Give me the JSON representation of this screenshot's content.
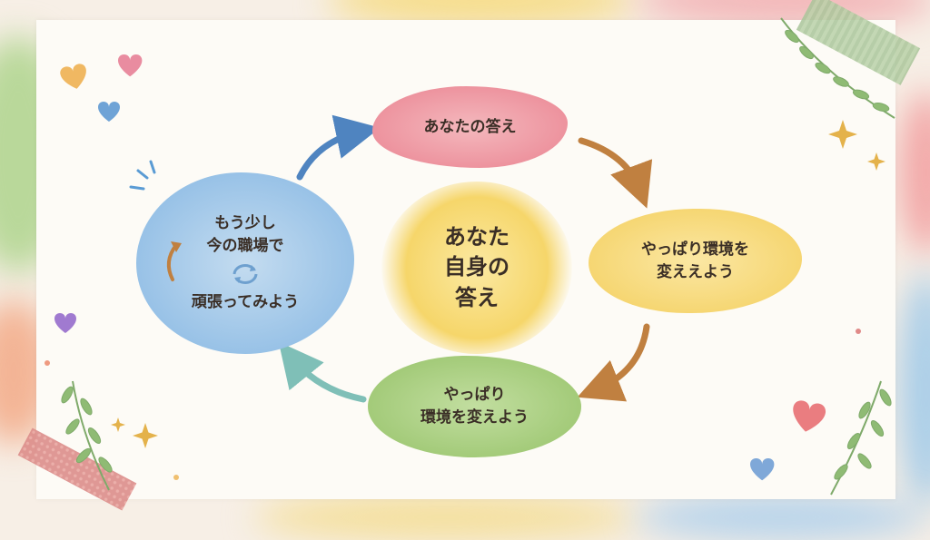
{
  "diagram": {
    "center": {
      "label": "あなた\n自身の\n答え",
      "color": "#f9e27a"
    },
    "nodes": [
      {
        "id": "top",
        "label": "あなたの答え",
        "color": "#ef9aa4"
      },
      {
        "id": "right",
        "label": "やっぱり環境を\n変ええよう",
        "color": "#f6d873"
      },
      {
        "id": "bottom",
        "label": "やっぱり\n環境を変えよう",
        "color": "#a6cc7c"
      },
      {
        "id": "left",
        "line1": "もう少し\n今の職場で",
        "line2": "頑張ってみよう",
        "color": "#9cc6e8"
      }
    ],
    "arrows": [
      {
        "from": "left",
        "to": "top",
        "color": "#4f84c0"
      },
      {
        "from": "top",
        "to": "right",
        "color": "#c08040"
      },
      {
        "from": "right",
        "to": "bottom",
        "color": "#c08040"
      },
      {
        "from": "bottom",
        "to": "left",
        "color": "#7fbfb7"
      }
    ]
  },
  "decorations": {
    "hearts": [
      "heart-icon-pink",
      "heart-icon-yellow",
      "heart-icon-blue",
      "heart-icon-purple",
      "heart-icon-red",
      "heart-icon-blue-small"
    ],
    "sparkles": [
      "sparkle-icon",
      "sparkle-icon-small"
    ],
    "leaves": [
      "leaf-branch-icon"
    ],
    "tapes": [
      "washi-tape-green",
      "washi-tape-pink"
    ]
  }
}
